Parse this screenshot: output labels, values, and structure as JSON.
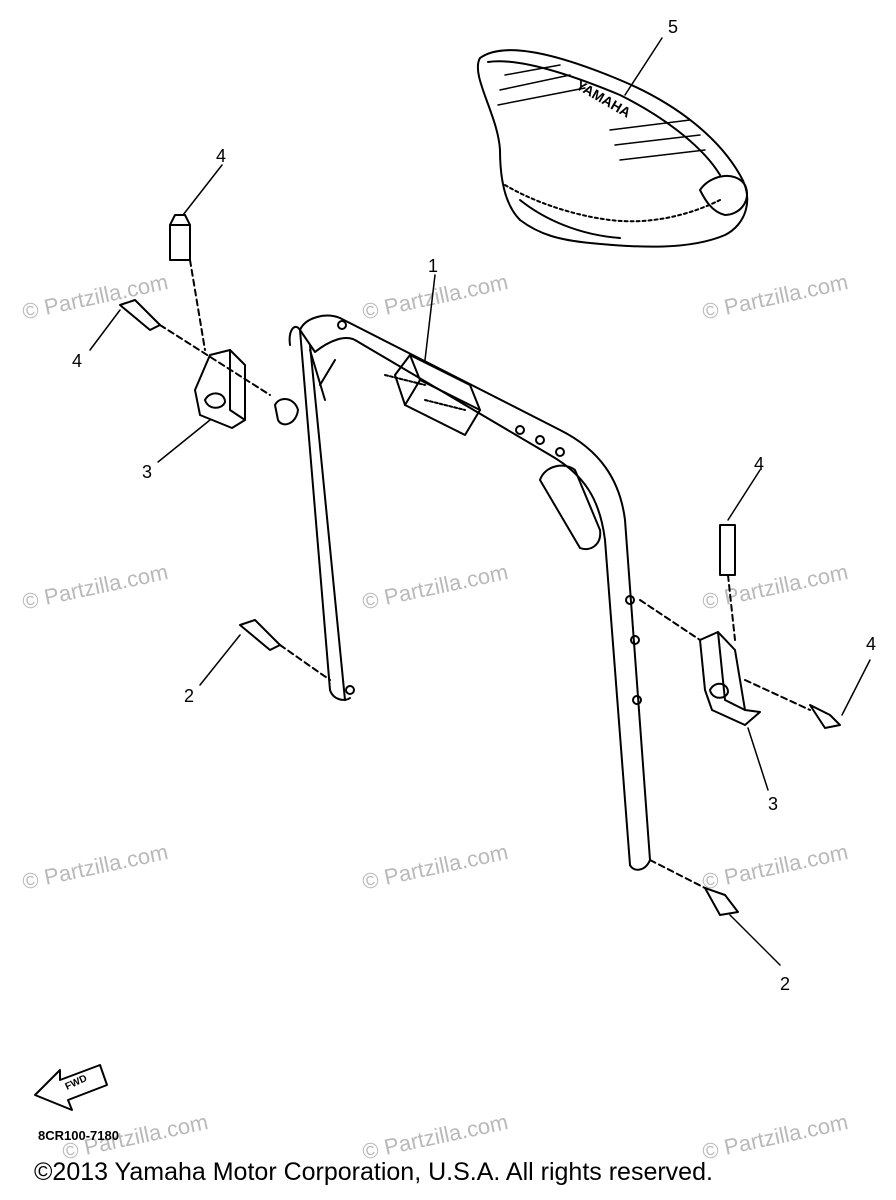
{
  "watermark": "© Partzilla.com",
  "callouts": {
    "c1": "1",
    "c2a": "2",
    "c2b": "2",
    "c3a": "3",
    "c3b": "3",
    "c4a": "4",
    "c4b": "4",
    "c4c": "4",
    "c4d": "4",
    "c5": "5"
  },
  "seat_brand": "YAMAHA",
  "fwd_label": "FWD",
  "diagram_code": "8CR100-7180",
  "copyright": "©2013  Yamaha Motor Corporation, U.S.A. All rights reserved."
}
